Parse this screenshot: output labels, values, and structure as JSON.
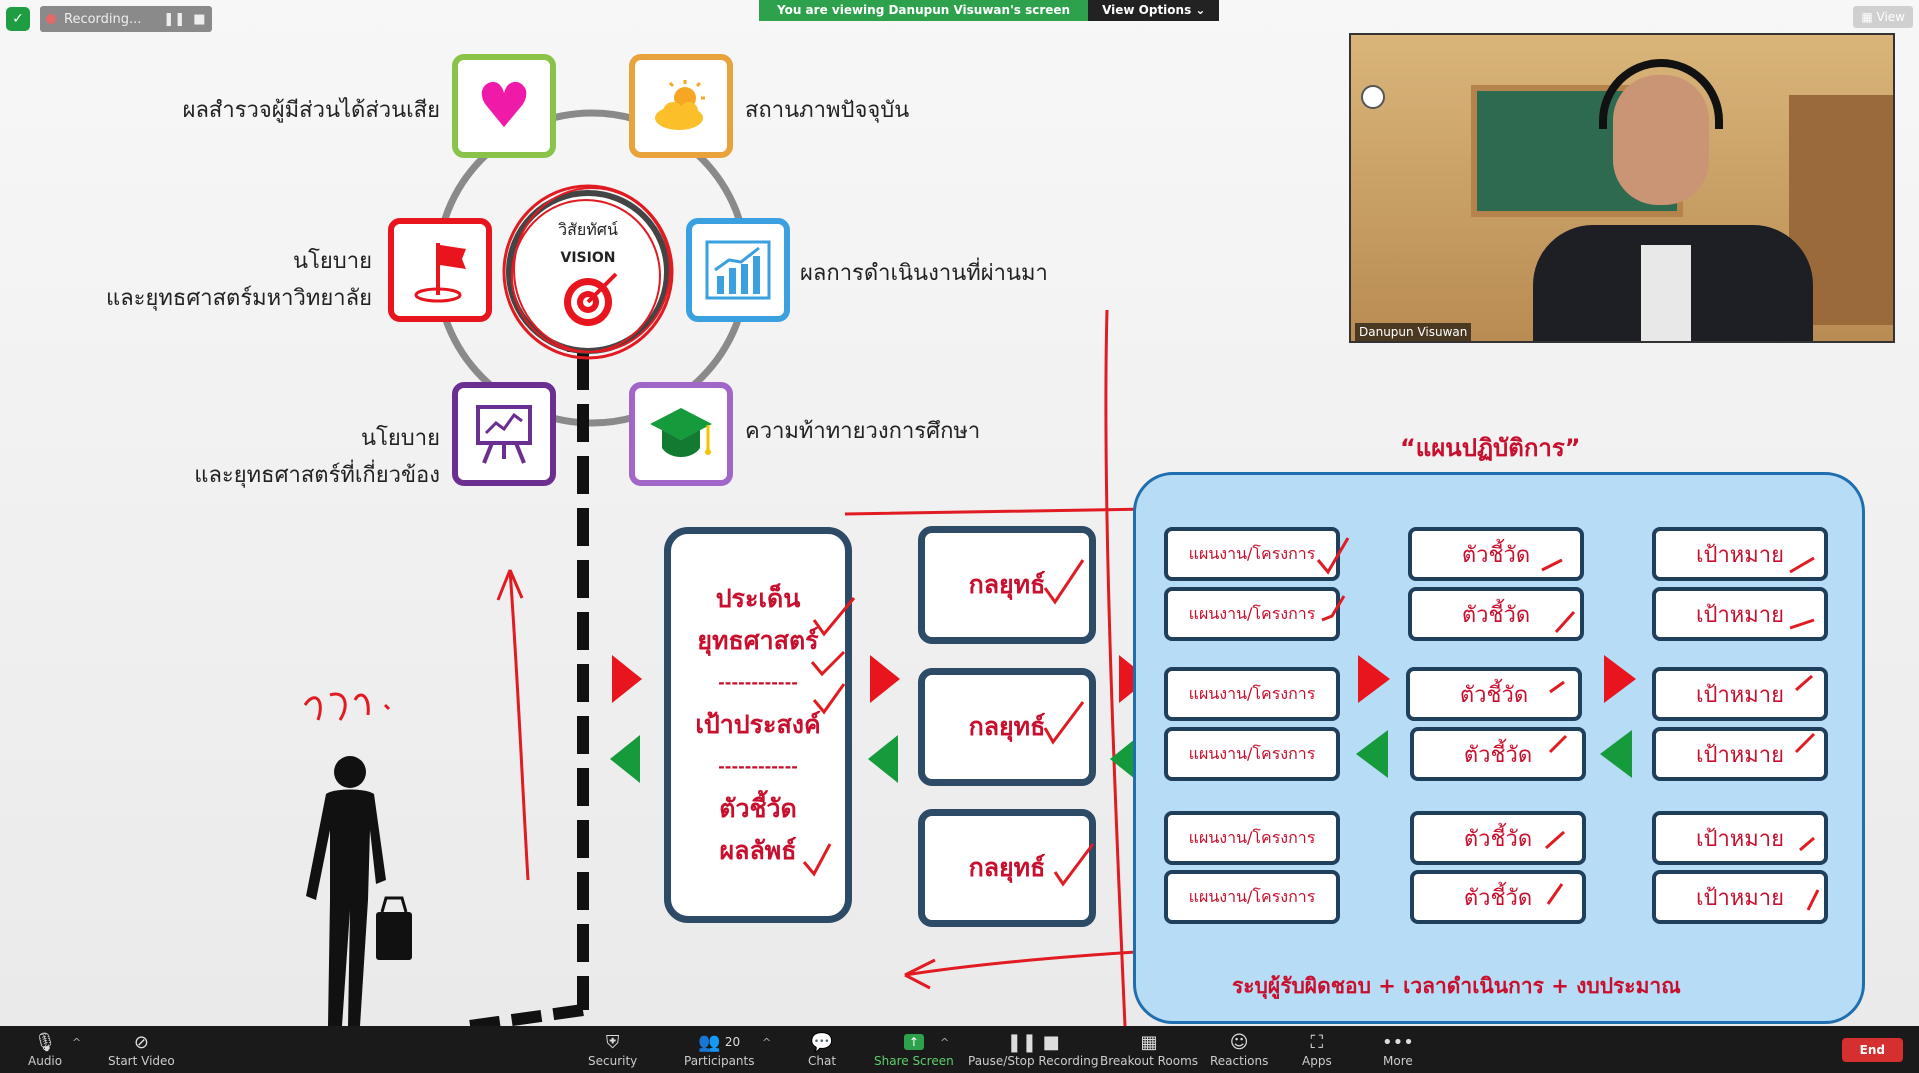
{
  "zoom": {
    "recording_label": "Recording...",
    "banner_text": "You are viewing Danupun Visuwan's screen",
    "view_options_label": "View Options",
    "view_label": "View",
    "participant_name": "Danupun Visuwan",
    "participant_count": "20",
    "toolbar": {
      "audio": "Audio",
      "start_video": "Start Video",
      "security": "Security",
      "participants": "Participants",
      "chat": "Chat",
      "share_screen": "Share Screen",
      "pause_stop_recording": "Pause/Stop Recording",
      "breakout_rooms": "Breakout Rooms",
      "reactions": "Reactions",
      "apps": "Apps",
      "more": "More",
      "end": "End"
    }
  },
  "slide": {
    "vision_thai": "วิสัยทัศน์",
    "vision_en": "VISION",
    "labels": {
      "stakeholder_survey": "ผลสำรวจผู้มีส่วนได้ส่วนเสีย",
      "current_status": "สถานภาพปัจจุบัน",
      "university_policy_line1": "นโยบาย",
      "university_policy_line2": "และยุทธศาสตร์มหาวิทยาลัย",
      "past_performance": "ผลการดำเนินงานที่ผ่านมา",
      "related_policy_line1": "นโยบาย",
      "related_policy_line2": "และยุทธศาสตร์ที่เกี่ยวข้อง",
      "education_challenges": "ความท้าทายวงการศึกษา"
    },
    "action_plan_title": "“แผนปฏิบัติการ”",
    "strategic_box": {
      "line1": "ประเด็น",
      "line2": "ยุทธศาสตร์",
      "sep": "------------",
      "line3": "เป้าประสงค์",
      "line4": "ตัวชี้วัด",
      "line5": "ผลลัพธ์"
    },
    "strategy_label": "กลยุทธ์",
    "plan_label": "แผนงาน/โครงการ",
    "indicator_label": "ตัวชี้วัด",
    "target_label": "เป้าหมาย",
    "footer_note": "ระบุผู้รับผิดชอบ + เวลาดำเนินการ + งบประมาณ"
  },
  "colors": {
    "green_tile": "#8bc34a",
    "orange_tile": "#e8a33c",
    "red_tile": "#e8141e",
    "blue_tile": "#3aa0e0",
    "purple_tile": "#6a2f91",
    "lilac_tile": "#a066c8",
    "plan_panel": "#b7dcf5",
    "box_border": "#2d4a66",
    "ink_red": "#e11b22"
  }
}
